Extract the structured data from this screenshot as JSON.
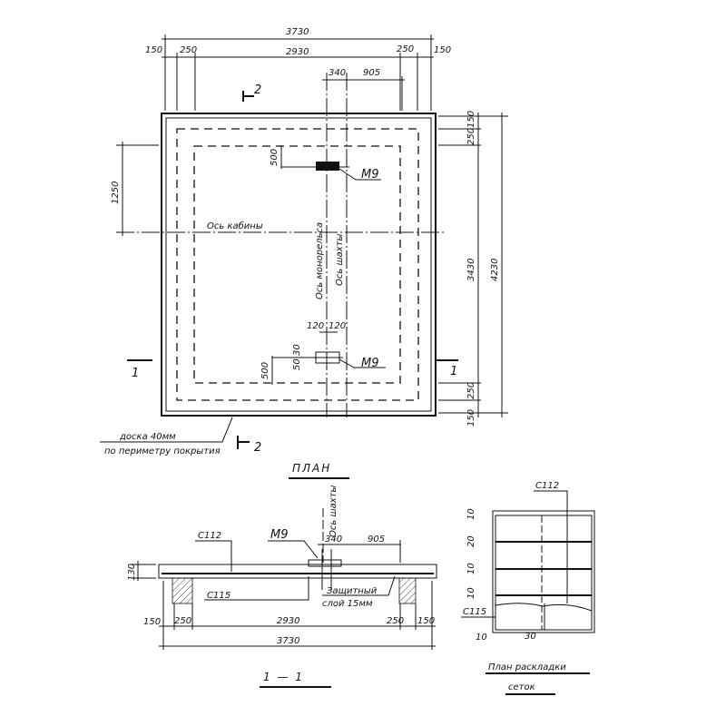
{
  "plan": {
    "title": "ПЛАН",
    "dims_top": {
      "total": "3730",
      "left_edge": "150",
      "left_support": "250",
      "span": "2930",
      "right_support": "250",
      "right_edge": "150",
      "axis_gap": "340",
      "axis_offset": "905"
    },
    "dims_right": {
      "top_edge": "150",
      "top_support": "250",
      "span": "3430",
      "total": "4230",
      "bottom_support": "250",
      "bottom_edge": "150"
    },
    "dim_left": "1250",
    "dims_anchor_top": "500",
    "dims_anchor_bottom": {
      "d1": "500",
      "d2": "50",
      "d3": "30",
      "w1": "120",
      "w2": "120"
    },
    "anchor_label": "М9",
    "axis_cabin": "Ось кабины",
    "axis_monorail": "Ось монорельса",
    "axis_shaft": "Ось шахты",
    "board_note_1": "доска 40мм",
    "board_note_2": "по периметру покрытия",
    "section_1": "1",
    "section_2": "2"
  },
  "section": {
    "title": "1 — 1",
    "mesh_top": "С112",
    "mesh_bottom": "С115",
    "anchor": "М9",
    "axis_shaft": "Ось шахты",
    "height": "130",
    "axis_gap": "340",
    "axis_offset": "905",
    "cover_1": "Защитный",
    "cover_2": "слой 15мм",
    "dims": {
      "left_edge": "150",
      "left_support": "250",
      "span": "2930",
      "right_support": "250",
      "right_edge": "150",
      "total": "3730"
    }
  },
  "mesh_plan": {
    "title_1": "План раскладки",
    "title_2": "сеток",
    "mesh_top": "С112",
    "mesh_bottom": "С115",
    "gaps": [
      "10",
      "20",
      "10",
      "10"
    ],
    "bottom_dims": [
      "10",
      "30"
    ]
  }
}
